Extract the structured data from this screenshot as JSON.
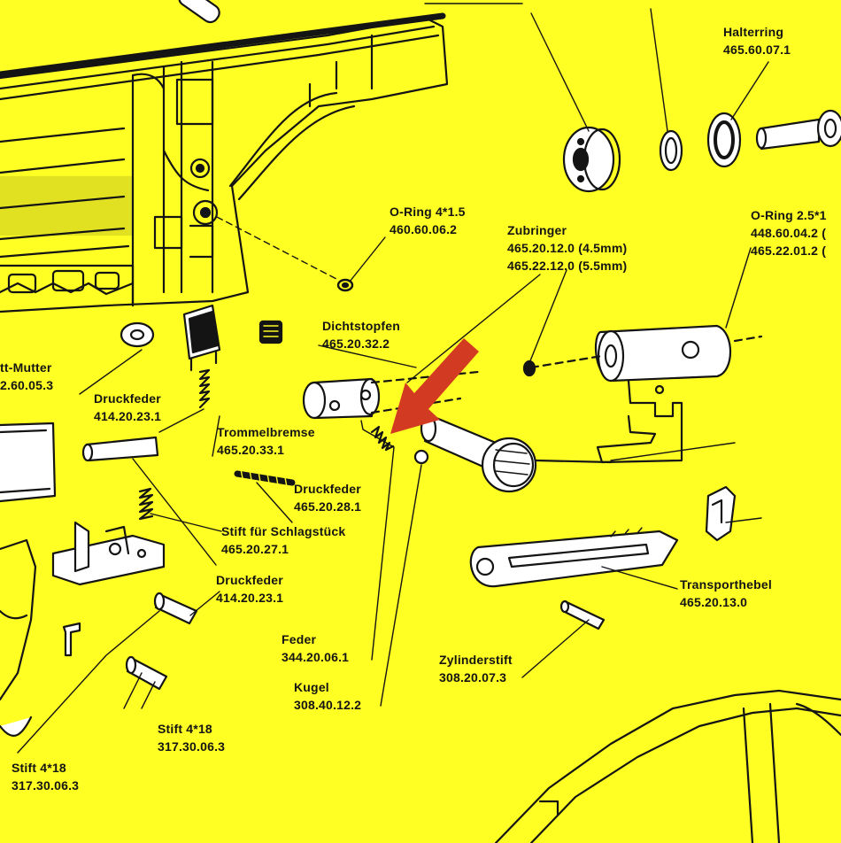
{
  "labels": [
    {
      "id": "halterring",
      "lines": [
        "Halterring",
        "465.60.07.1"
      ]
    },
    {
      "id": "oring-15",
      "lines": [
        "O-Ring 4*1.5",
        "460.60.06.2"
      ]
    },
    {
      "id": "zubringer",
      "lines": [
        "Zubringer",
        "465.20.12.0 (4.5mm)",
        "465.22.12.0 (5.5mm)"
      ]
    },
    {
      "id": "oring-25",
      "lines": [
        "O-Ring 2.5*1",
        "448.60.04.2 (",
        "465.22.01.2 ("
      ]
    },
    {
      "id": "dichtstopfen",
      "lines": [
        "Dichtstopfen",
        "465.20.32.2"
      ]
    },
    {
      "id": "mutter",
      "lines": [
        "tt-Mutter",
        "2.60.05.3"
      ]
    },
    {
      "id": "druckfeder-1",
      "lines": [
        "Druckfeder",
        "414.20.23.1"
      ]
    },
    {
      "id": "trommelbremse",
      "lines": [
        "Trommelbremse",
        "465.20.33.1"
      ]
    },
    {
      "id": "druckfeder-2",
      "lines": [
        "Druckfeder",
        "465.20.28.1"
      ]
    },
    {
      "id": "stift-schlagstueck",
      "lines": [
        "Stift für Schlagstück",
        "465.20.27.1"
      ]
    },
    {
      "id": "druckfeder-3",
      "lines": [
        "Druckfeder",
        "414.20.23.1"
      ]
    },
    {
      "id": "transporthebel",
      "lines": [
        "Transporthebel",
        "465.20.13.0"
      ]
    },
    {
      "id": "feder",
      "lines": [
        "Feder",
        "344.20.06.1"
      ]
    },
    {
      "id": "kugel",
      "lines": [
        "Kugel",
        "308.40.12.2"
      ]
    },
    {
      "id": "zylinderstift",
      "lines": [
        "Zylinderstift",
        "308.20.07.3"
      ]
    },
    {
      "id": "stift-4x18-a",
      "lines": [
        "Stift 4*18",
        "317.30.06.3"
      ]
    },
    {
      "id": "stift-4x18-b",
      "lines": [
        "Stift 4*18",
        "317.30.06.3"
      ]
    }
  ],
  "colors": {
    "background": "#ffff24",
    "ink": "#141414",
    "arrow": "#d33a22"
  }
}
